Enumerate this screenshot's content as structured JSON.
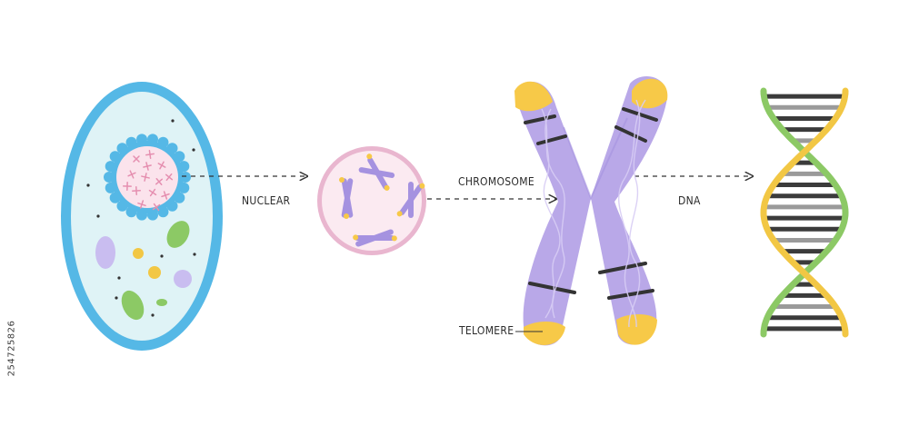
{
  "labels": {
    "nuclear": "NUCLEAR",
    "chromosome": "CHROMOSOME",
    "dna": "DNA",
    "telomere": "TELOMERE"
  },
  "side_id": "254725826",
  "colors": {
    "cell_membrane": "#55b8e6",
    "cytoplasm": "#dff3f6",
    "nucleus_ring": "#55b8e6",
    "nucleus_fill": "#fbe3ec",
    "chromatin": "#e58fb0",
    "nucleus_membrane": "#e9b6cf",
    "nucleus_fill2": "#fbeaf1",
    "chromosome_body": "#b9a8e8",
    "chromosome_edge": "#a592e0",
    "telomere": "#f7c948",
    "band": "#333333",
    "dna_green": "#8cc965",
    "dna_yellow": "#f2c744",
    "dna_rung_dark": "#3b3b3b",
    "dna_rung_gray": "#9a9a9a",
    "arrow": "#333333"
  }
}
